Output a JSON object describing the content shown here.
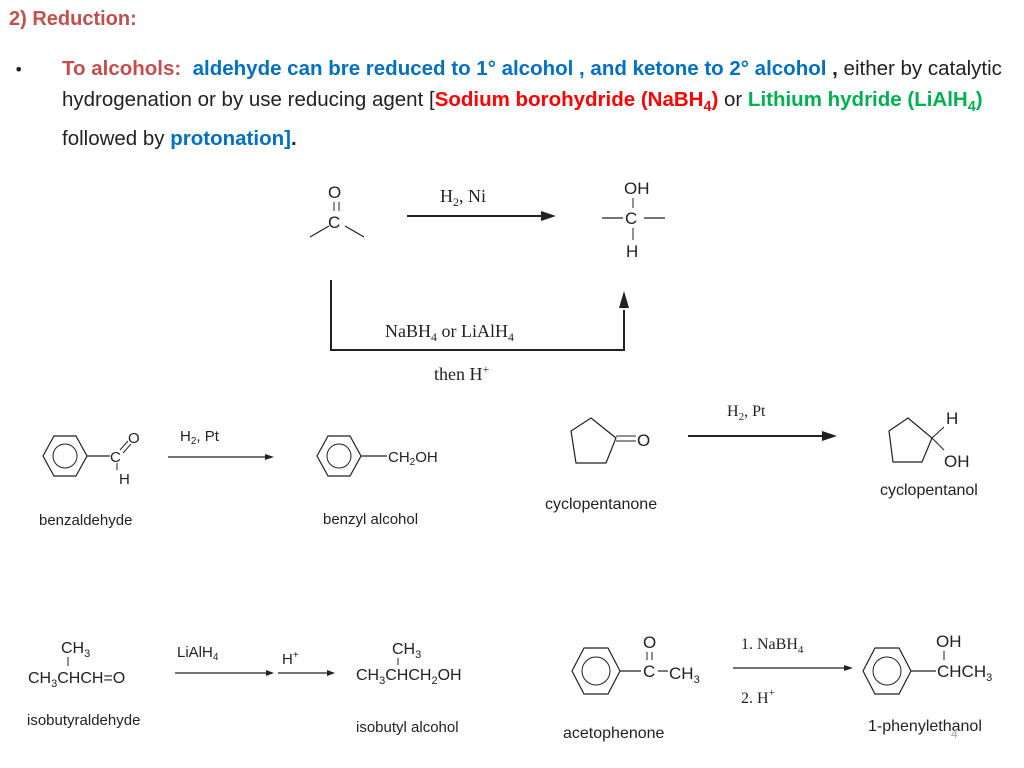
{
  "heading": "2) Reduction:",
  "bullet": {
    "label": "To alcohols:",
    "p1": "aldehyde  can bre reduced to 1° alcohol ,  and ketone  to 2° alcohol",
    "comma": " ,",
    "p2": " either by catalytic hydrogenation or by use reducing agent [",
    "nabh4": "Sodium borohydride (NaBH",
    "sub4": "4",
    "close": ")",
    "or": " or ",
    "lialh4": "Lithium hydride (LiAlH",
    "sub4b": "4",
    "close2": ")",
    "p3": " followed by ",
    "protonation": "protonation]",
    "period": "."
  },
  "general": {
    "o": "O",
    "c": "C",
    "reagent_h2": "H",
    "reagent_sub2": "2",
    "reagent_ni": ", Ni",
    "product_oh": "OH",
    "product_c": "C",
    "product_h": "H",
    "alt_nabh": "NaBH",
    "alt_sub4": "4",
    "alt_or": " or LiAlH",
    "alt_sub4b": "4",
    "then": "then H",
    "plus": "+"
  },
  "benzaldehyde": {
    "o": "O",
    "c": "C",
    "h": "H",
    "name": "benzaldehyde",
    "reagent_h": "H",
    "reagent_sub": "2",
    "reagent_rest": ", Pt",
    "product_group": "CH",
    "product_sub": "2",
    "product_oh": "OH",
    "product_name": "benzyl alcohol"
  },
  "cyclopentanone": {
    "o": "O",
    "name": "cyclopentanone",
    "reagent_h": "H",
    "reagent_sub": "2",
    "reagent_rest": ", Pt",
    "product_h": "H",
    "product_oh": "OH",
    "product_name": "cyclopentanol"
  },
  "isobutyraldehyde": {
    "ch3": "CH",
    "ch3sub": "3",
    "main_a": "CH",
    "main_sub": "3",
    "main_b": "CHCH=O",
    "name": "isobutyraldehyde",
    "reagent1": "LiAlH",
    "reagent1_sub": "4",
    "reagent2": "H",
    "reagent2_sup": "+",
    "product_ch3": "CH",
    "product_ch3sub": "3",
    "product_a": "CH",
    "product_sub": "3",
    "product_b": "CHCH",
    "product_sub2": "2",
    "product_c": "OH",
    "product_name": "isobutyl alcohol"
  },
  "acetophenone": {
    "o": "O",
    "c": "C",
    "ch3": "CH",
    "ch3sub": "3",
    "name": "acetophenone",
    "step1": "1.  NaBH",
    "step1_sub": "4",
    "step2": "2.  H",
    "step2_sup": "+",
    "product_oh": "OH",
    "product_ch": "CHCH",
    "product_sub": "3",
    "product_name": "1-phenylethanol"
  },
  "page_number": "4"
}
